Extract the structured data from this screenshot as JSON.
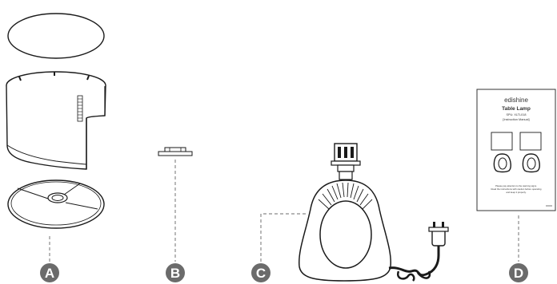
{
  "parts": [
    {
      "letter": "A"
    },
    {
      "letter": "B"
    },
    {
      "letter": "C"
    },
    {
      "letter": "D"
    }
  ],
  "manual": {
    "brand": "edishine",
    "title": "Table Lamp",
    "sku": "SPU: XLTL018",
    "subtitle": "[Instruction Manual]",
    "note_line1": "Please pay attention to the warning signs.",
    "note_line2": "Read the instructions with caution before operating",
    "note_line3": "and keep it properly."
  },
  "colors": {
    "outline": "#1a1a1a",
    "badge": "#6b6b6b",
    "dashed": "#8a8a8a"
  }
}
